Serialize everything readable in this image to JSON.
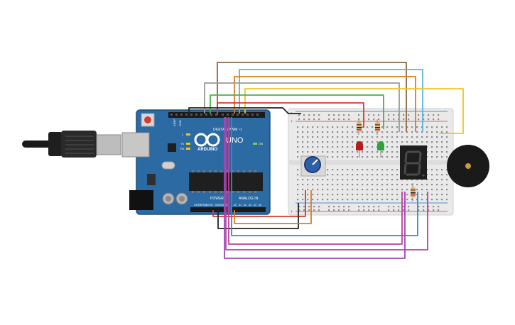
{
  "arduino": {
    "logo": "ARDUINO",
    "model": "UNO",
    "digital_label": "DIGITAL (PWM ~)",
    "power_label": "POWER",
    "analog_label": "ANALOG IN",
    "aref": "AREF",
    "gnd": "GND",
    "led_l": "L",
    "tx": "TX",
    "rx": "RX",
    "on": "ON",
    "ioref": "IOREF",
    "reset": "RESET",
    "v33": "3.3V",
    "v5": "5V",
    "gnd2": "GND",
    "gnd3": "GND",
    "vin": "VIN",
    "a0": "A0",
    "a1": "A1",
    "a2": "A2",
    "a3": "A3",
    "a4": "A4",
    "a5": "A5"
  },
  "breadboard": {
    "plus_sign": "+",
    "minus_sign": "-"
  },
  "colors": {
    "board": "#2b6aa3",
    "wire_brown": "#8b6a45",
    "wire_cyan": "#5ab4d6",
    "wire_orange": "#e07b1c",
    "wire_yellow": "#f0c51e",
    "wire_green": "#4caf50",
    "wire_gray": "#9a9a9a",
    "wire_red": "#d83a2e",
    "wire_black": "#222222",
    "wire_magenta": "#b8429a",
    "wire_blue": "#2a8fd1"
  }
}
